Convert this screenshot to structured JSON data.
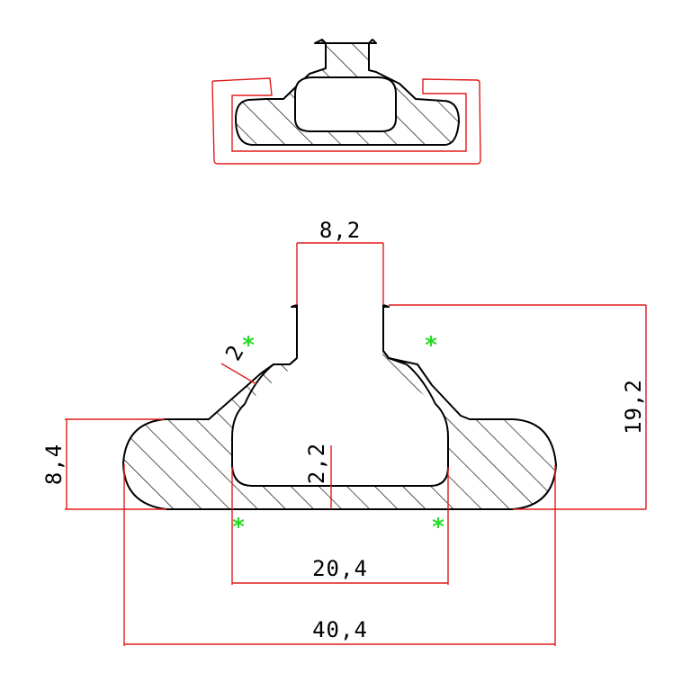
{
  "colors": {
    "profile_stroke": "#000000",
    "dimension_line": "#e01b1b",
    "asterisk": "#22dd22",
    "background": "#ffffff"
  },
  "dimensions": {
    "slot_width": "8,2",
    "overall_height": "19,2",
    "base_height": "8,4",
    "wall_thickness": "2",
    "floor_thickness": "2,2",
    "inner_width": "20,4",
    "overall_width": "40,4"
  },
  "markers": {
    "symbol": "*"
  }
}
